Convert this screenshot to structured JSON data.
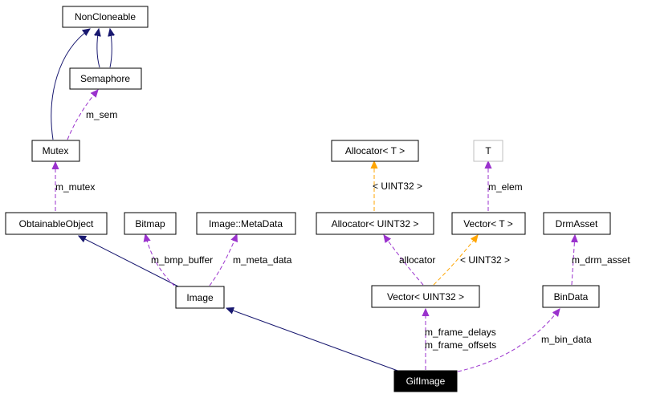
{
  "nodes": {
    "noncloneable": "NonCloneable",
    "semaphore": "Semaphore",
    "mutex": "Mutex",
    "obtainable": "ObtainableObject",
    "bitmap": "Bitmap",
    "metadata": "Image::MetaData",
    "image": "Image",
    "allocator_t": "Allocator< T >",
    "t": "T",
    "allocator_u": "Allocator< UINT32 >",
    "vector_t": "Vector< T >",
    "drmasset": "DrmAsset",
    "vector_u": "Vector< UINT32 >",
    "bindata": "BinData",
    "gifimage": "GifImage"
  },
  "labels": {
    "m_sem": "m_sem",
    "m_mutex": "m_mutex",
    "m_bmp_buffer": "m_bmp_buffer",
    "m_meta_data": "m_meta_data",
    "uint32_a": "< UINT32 >",
    "m_elem": "m_elem",
    "allocator": "allocator",
    "uint32_b": "< UINT32 >",
    "m_drm_asset": "m_drm_asset",
    "m_frame_delays": "m_frame_delays",
    "m_frame_offsets": "m_frame_offsets",
    "m_bin_data": "m_bin_data"
  },
  "colors": {
    "inheritance": "#191970",
    "usage": "#9a32cd",
    "template": "#ffa500",
    "focus_fill": "#000000",
    "focus_text": "#ffffff"
  }
}
